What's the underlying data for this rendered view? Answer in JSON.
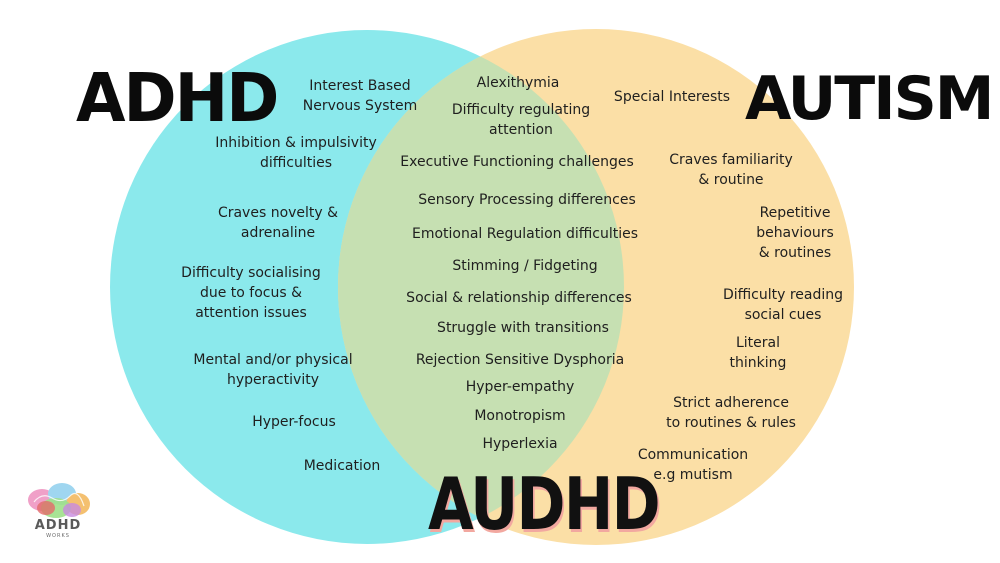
{
  "titles": {
    "adhd": "ADHD",
    "autism": "AUTISM",
    "audhd": "AUDHD"
  },
  "colors": {
    "adhd_circle": "#8be9ec",
    "autism_circle": "#fbdfa6",
    "overlap": "#c6e0b2"
  },
  "adhd_traits": [
    "Interest Based\nNervous System",
    "Inhibition & impulsivity\ndifficulties",
    "Craves novelty &\nadrenaline",
    "Difficulty socialising\ndue to focus &\nattention issues",
    "Mental and/or physical\nhyperactivity",
    "Hyper-focus",
    "Medication"
  ],
  "shared_traits": [
    "Alexithymia",
    "Difficulty regulating\nattention",
    "Executive Functioning challenges",
    "Sensory Processing differences",
    "Emotional Regulation difficulties",
    "Stimming / Fidgeting",
    "Social & relationship differences",
    "Struggle with transitions",
    "Rejection Sensitive Dysphoria",
    "Hyper-empathy",
    "Monotropism",
    "Hyperlexia"
  ],
  "autism_traits": [
    "Special Interests",
    "Craves familiarity\n& routine",
    "Repetitive\nbehaviours\n& routines",
    "Difficulty reading\nsocial cues",
    "Literal\nthinking",
    "Strict adherence\nto routines & rules",
    "Communication\ne.g mutism"
  ],
  "logo": {
    "text": "ADHD",
    "subtext": "WORKS",
    "icon": "brain-logo-icon"
  }
}
